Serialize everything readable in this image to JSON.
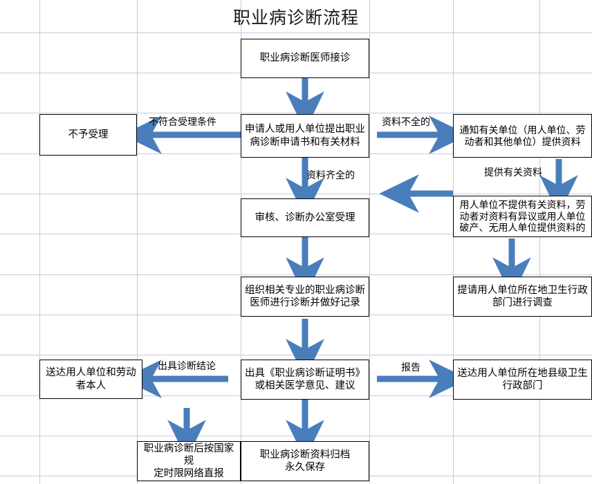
{
  "title": "职业病诊断流程",
  "accent_color": "#4a7ebb",
  "border_color": "#000000",
  "gridline_color": "#c5cbe0",
  "nodes": {
    "intake": "职业病诊断医师接诊",
    "application": "申请人或用人单位提出职业\n病诊断申请书和有关材料",
    "reject": "不予受理",
    "notify_units": "通知有关单位（用人单位、劳\n动者和其他单位）提供资料",
    "accept": "审核、诊断办公室受理",
    "no_material": "用人单位不提供有关资料，劳\n动者对资料有异议或用人单位\n破产、无用人单位提供资料的",
    "organize_diagnosis": "组织相关专业的职业病诊断\n医师进行诊断并做好记录",
    "request_investigation": "提请用人单位所在地卫生行政\n部门进行调查",
    "issue_certificate": "出具《职业病诊断证明书》\n或相关医学意见、建议",
    "deliver_worker": "送达用人单位和劳动\n者本人",
    "deliver_county": "送达用人单位所在地县级卫生\n行政部门",
    "network_report": "职业病诊断后按国家规\n定时限网络直报",
    "archive": "职业病诊断资料归档\n永久保存"
  },
  "edge_labels": {
    "not_qualified": "不符合受理条件",
    "incomplete_material": "资料不全的",
    "complete_material": "资料齐全的",
    "provide_material": "提供有关资料",
    "diagnosis_conclusion": "出具诊断结论",
    "report": "报告"
  },
  "gridlines": {
    "vertical": [
      57,
      198,
      348,
      534,
      655,
      780
    ],
    "horizontal": [
      47,
      105,
      163,
      222,
      280,
      338,
      397,
      455,
      513,
      572,
      630,
      688
    ]
  }
}
